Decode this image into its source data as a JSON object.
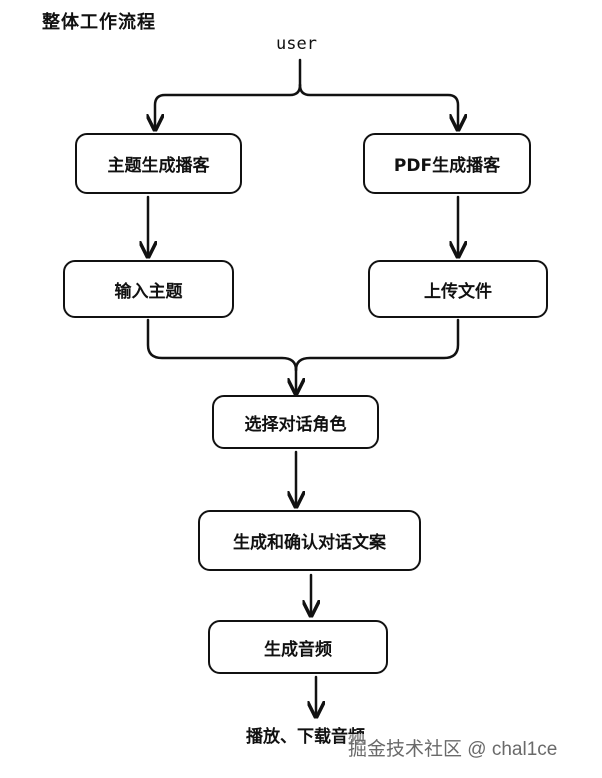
{
  "title": "整体工作流程",
  "start": "user",
  "nodes": {
    "topic_podcast": "主题生成播客",
    "pdf_podcast": "PDF生成播客",
    "input_topic": "输入主题",
    "upload_file": "上传文件",
    "choose_roles": "选择对话角色",
    "generate_script": "生成和确认对话文案",
    "generate_audio": "生成音频"
  },
  "end": "播放、下载音频",
  "watermark": "掘金技术社区 @ chal1ce"
}
